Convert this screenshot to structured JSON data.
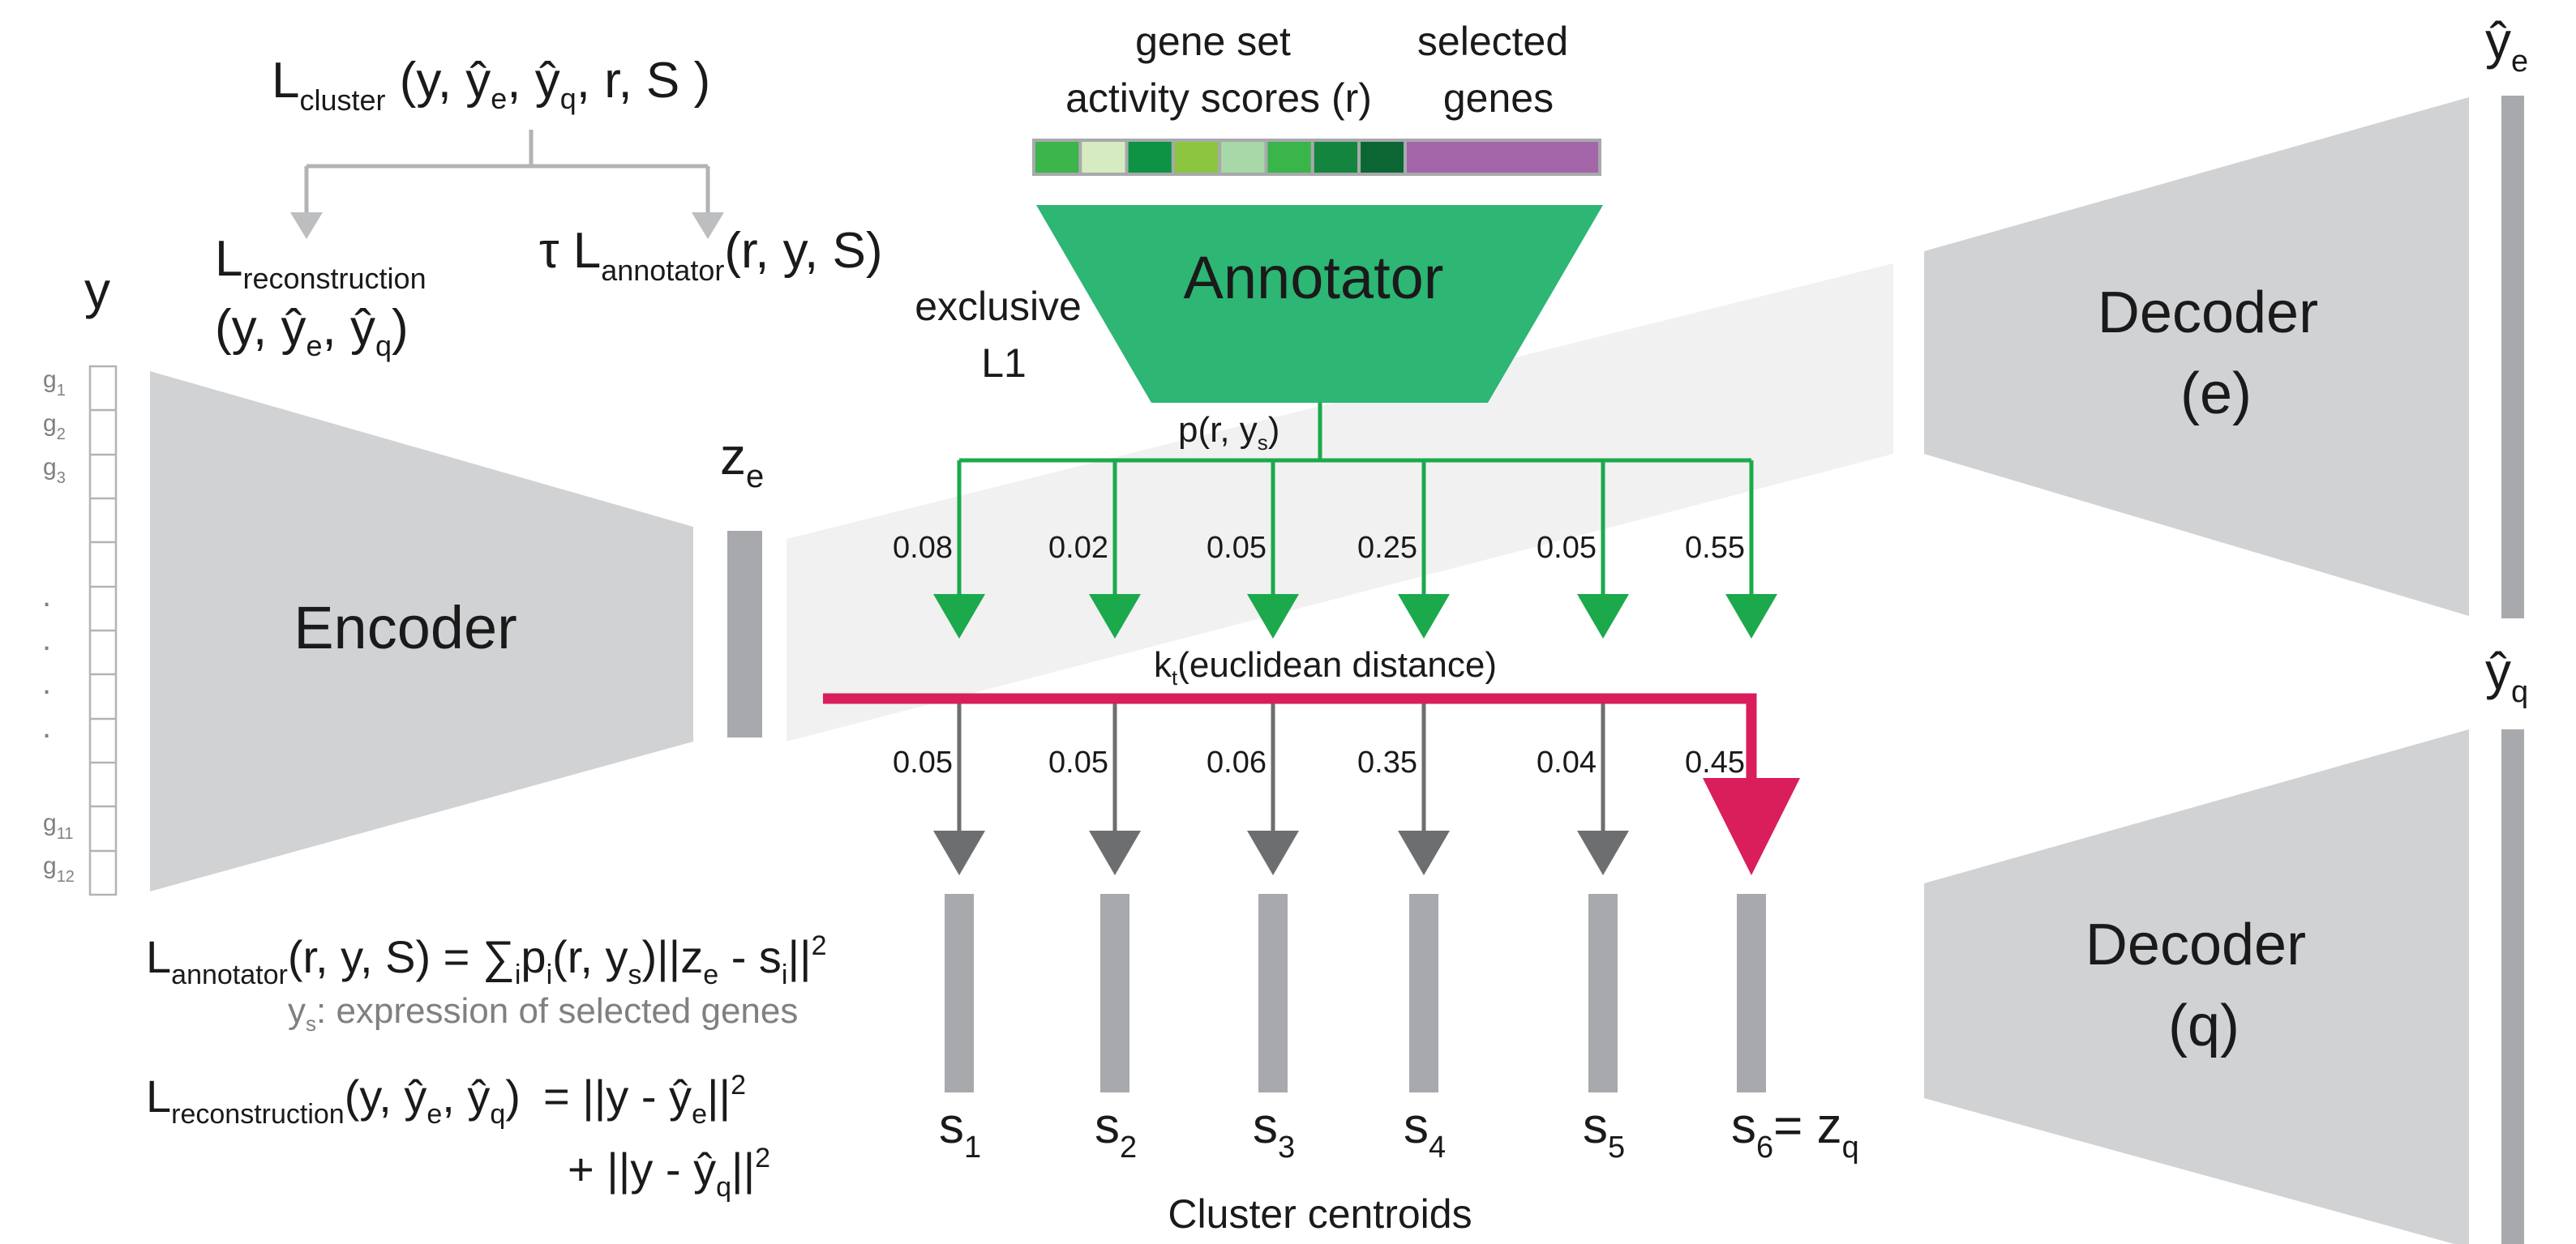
{
  "encoder": {
    "label": "Encoder"
  },
  "input": {
    "y_label": "y",
    "g_sub": [
      "1",
      "2",
      "3",
      "11",
      "12"
    ],
    "dots": ".",
    "g_letter": "g"
  },
  "latent": {
    "z": "z",
    "z_sub": "e"
  },
  "annotator": {
    "label": "Annotator",
    "header_line1": "gene set",
    "header_line2": "activity scores (r)",
    "selected_line1": "selected",
    "selected_line2": "genes",
    "exclusive_line1": "exclusive",
    "exclusive_line2": "L1",
    "score_colors": [
      "#3cb54a",
      "#d6ebc0",
      "#0e9345",
      "#8cc63f",
      "#a8d8a8",
      "#39b54a",
      "#14853f",
      "#0c6634"
    ],
    "selected_color": "#a466a9"
  },
  "prob": {
    "label_p": "p(r, y",
    "label_p_sub": "s",
    "label_p_close": ")",
    "values": [
      "0.08",
      "0.02",
      "0.05",
      "0.25",
      "0.05",
      "0.55"
    ],
    "color": "#1ba94c"
  },
  "kernel": {
    "label_k": "k",
    "label_k_sub": "t",
    "label_rest": "(euclidean distance)",
    "values": [
      "0.05",
      "0.05",
      "0.06",
      "0.35",
      "0.04",
      "0.45"
    ],
    "highlight_color": "#d91e5b",
    "arrow_color": "#6d6e70"
  },
  "centroids": {
    "s": "s",
    "subs": [
      "1",
      "2",
      "3",
      "4",
      "5",
      "6"
    ],
    "eq": "= z",
    "eq_sub": "q",
    "caption": "Cluster  centroids"
  },
  "decoder_e": {
    "line1": "Decoder",
    "line2": "(e)",
    "out": "ŷ",
    "out_sub": "e"
  },
  "decoder_q": {
    "line1": "Decoder",
    "line2": "(q)",
    "out": "ŷ",
    "out_sub": "q"
  },
  "loss_tree": {
    "L": "L",
    "cluster_sub": "cluster",
    "cluster_args": " (y, ŷ",
    "cluster_args2": ", ŷ",
    "cluster_args3": ", r, S )",
    "recon_sub": "reconstruction",
    "recon_args": "(y, ŷ",
    "recon_args2": ", ŷ",
    "recon_args3": ")",
    "tau": "τ L",
    "annot_sub": "annotator",
    "annot_args": "(r, y, S)",
    "e": "e",
    "q": "q"
  },
  "equations": {
    "annot_lhs": "(r, y, S) = ∑",
    "annot_i": "i",
    "annot_p": "p",
    "annot_mid": "(r, y",
    "annot_s": "s",
    "annot_mid2": ")||z",
    "annot_e": "e",
    "annot_mid3": " - s",
    "annot_end": "||",
    "two": "2",
    "ys_y": "y",
    "ys_sub": "s",
    "ys_text": ": expression of selected genes",
    "recon_lhs": "(y, ŷ",
    "recon_lhs2": ", ŷ",
    "recon_lhs3": ")",
    "recon_rhs1": "= ||y - ŷ",
    "recon_rhs2": "+ ||y - ŷ",
    "bars": "||"
  },
  "colors": {
    "annotator_fill": "#2db674",
    "grey_shape": "#d1d2d4",
    "band": "#f1f1f1",
    "bar": "#a7a9ac"
  }
}
